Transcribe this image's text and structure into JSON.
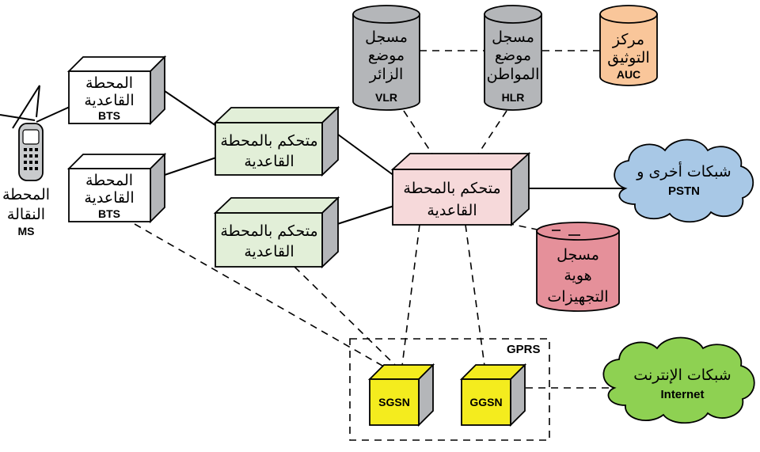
{
  "nodes": {
    "ms": {
      "line1": "المحطة",
      "line2": "النقالة",
      "code": "MS"
    },
    "bts_top": {
      "line1": "المحطة",
      "line2": "القاعدية",
      "code": "BTS"
    },
    "bts_bottom": {
      "line1": "المحطة",
      "line2": "القاعدية",
      "code": "BTS"
    },
    "bsc_top": {
      "line1": "متحكم بالمحطة",
      "line2": "القاعدية"
    },
    "bsc_bottom": {
      "line1": "متحكم بالمحطة",
      "line2": "القاعدية"
    },
    "msc": {
      "line1": "متحكم بالمحطة",
      "line2": "القاعدية"
    },
    "vlr": {
      "line1": "مسجل",
      "line2": "موضع",
      "line3": "الزائر",
      "code": "VLR"
    },
    "hlr": {
      "line1": "مسجل",
      "line2": "موضع",
      "line3": "المواطن",
      "code": "HLR"
    },
    "auc": {
      "line1": "مركز",
      "line2": "التوثيق",
      "code": "AUC"
    },
    "eir": {
      "line1": "مسجل",
      "line2": "هوية",
      "line3": "التجهيزات"
    },
    "pstn": {
      "line1": "شبكات أخرى و",
      "code": "PSTN"
    },
    "internet": {
      "line1": "شبكات الإنترنت",
      "code": "Internet"
    },
    "sgsn": {
      "code": "SGSN"
    },
    "ggsn": {
      "code": "GGSN"
    },
    "gprs": {
      "label": "GPRS"
    }
  },
  "colors": {
    "bts": "#ffffff",
    "bsc": "#e2efd8",
    "msc": "#f6d9da",
    "register_gray": "#b4b6b9",
    "auc": "#f9c69a",
    "eir": "#e5909a",
    "pstn_cloud": "#a8c8e6",
    "internet_cloud": "#8ed152",
    "gprs_node": "#f4ec1e"
  }
}
